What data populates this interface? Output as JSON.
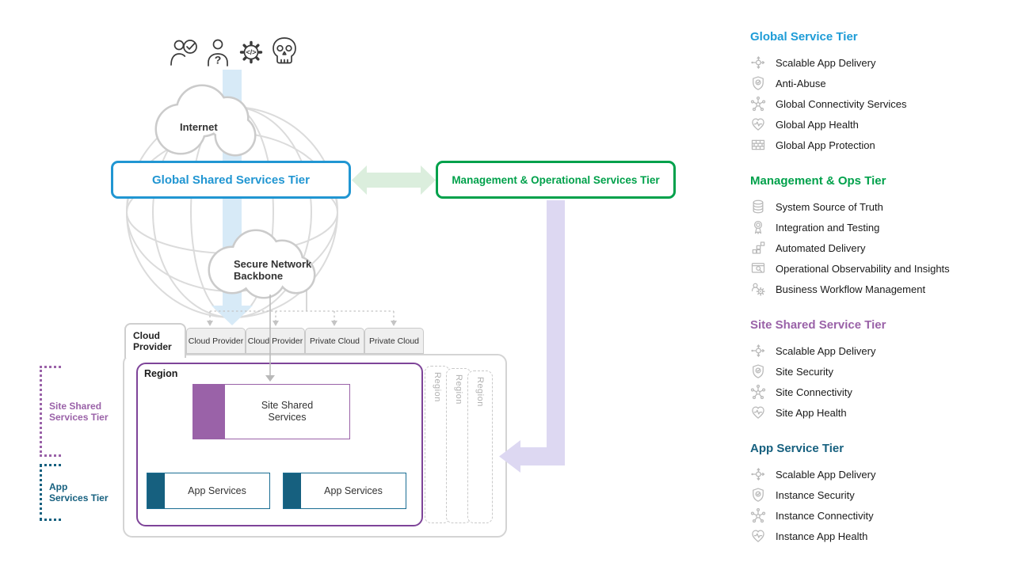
{
  "colors": {
    "blue": "#2196D2",
    "green": "#00A14B",
    "purple": "#9A62A8",
    "region_purple": "#7E4499",
    "dark_blue": "#16607F",
    "light_blue_flow": "#D7EAF7",
    "light_green_flow": "#DBEEDD",
    "lavender_flow": "#DDD8F2",
    "icon_gray": "#B9B9B9"
  },
  "actors": {
    "icons": [
      "person-check-icon",
      "person-question-icon",
      "gear-code-icon",
      "skull-icon"
    ]
  },
  "diagram": {
    "internet": "Internet",
    "backbone": "Secure Network\nBackbone",
    "global_tier_box": "Global Shared Services Tier",
    "mgmt_tier_box": "Management & Operational Services Tier",
    "tabs": {
      "active": "Cloud\nProvider",
      "tab2": "Cloud Provider",
      "tab3": "Cloud Provider",
      "tab4": "Private Cloud",
      "tab5": "Private Cloud"
    },
    "region": "Region",
    "site_shared_box": "Site Shared\nServices",
    "app_box_1": "App Services",
    "app_box_2": "App Services",
    "ghost_regions": {
      "r1": "Region",
      "r2": "Region",
      "r3": "Region"
    },
    "left_labels": {
      "site": "Site Shared\nServices Tier",
      "app": "App\nServices Tier"
    }
  },
  "legend": {
    "sections": [
      {
        "title": "Global Service Tier",
        "items": [
          {
            "icon": "scale-icon",
            "label": "Scalable App Delivery"
          },
          {
            "icon": "shield-check-icon",
            "label": "Anti-Abuse"
          },
          {
            "icon": "network-icon",
            "label": "Global Connectivity Services"
          },
          {
            "icon": "heart-pulse-icon",
            "label": "Global App Health"
          },
          {
            "icon": "brick-wall-icon",
            "label": "Global App Protection"
          }
        ]
      },
      {
        "title": "Management & Ops Tier",
        "items": [
          {
            "icon": "database-icon",
            "label": "System Source of Truth"
          },
          {
            "icon": "badge-icon",
            "label": "Integration and Testing"
          },
          {
            "icon": "blocks-icon",
            "label": "Automated Delivery"
          },
          {
            "icon": "monitor-search-icon",
            "label": "Operational Observability and Insights"
          },
          {
            "icon": "person-gear-icon",
            "label": "Business Workflow Management"
          }
        ]
      },
      {
        "title": "Site Shared Service Tier",
        "items": [
          {
            "icon": "scale-icon",
            "label": "Scalable App Delivery"
          },
          {
            "icon": "shield-check-icon",
            "label": "Site Security"
          },
          {
            "icon": "network-icon",
            "label": "Site Connectivity"
          },
          {
            "icon": "heart-pulse-icon",
            "label": "Site App Health"
          }
        ]
      },
      {
        "title": "App Service Tier",
        "items": [
          {
            "icon": "scale-icon",
            "label": "Scalable App Delivery"
          },
          {
            "icon": "shield-check-icon",
            "label": "Instance Security"
          },
          {
            "icon": "network-icon",
            "label": "Instance Connectivity"
          },
          {
            "icon": "heart-pulse-icon",
            "label": "Instance App Health"
          }
        ]
      }
    ]
  }
}
